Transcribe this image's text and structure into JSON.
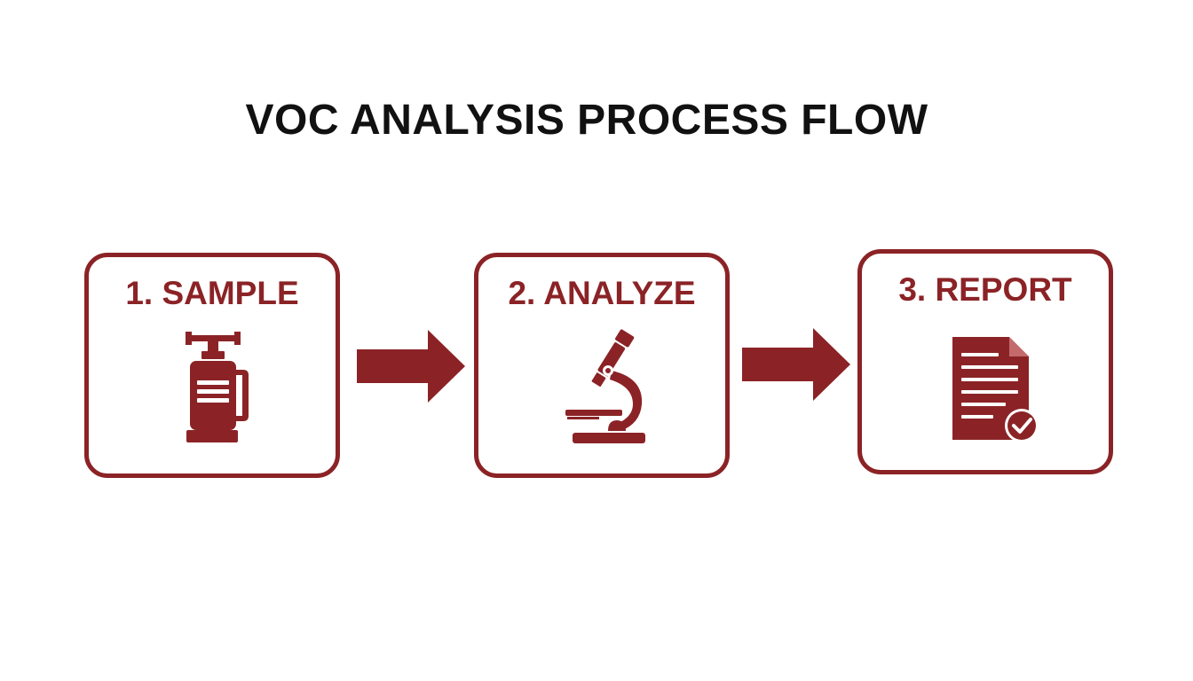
{
  "title": "VOC ANALYSIS PROCESS FLOW",
  "colors": {
    "accent": "#8b2326",
    "title": "#111111",
    "background": "#ffffff"
  },
  "steps": [
    {
      "label": "1. SAMPLE",
      "icon": "sample-canister-icon"
    },
    {
      "label": "2. ANALYZE",
      "icon": "microscope-icon"
    },
    {
      "label": "3. REPORT",
      "icon": "document-check-icon"
    }
  ]
}
